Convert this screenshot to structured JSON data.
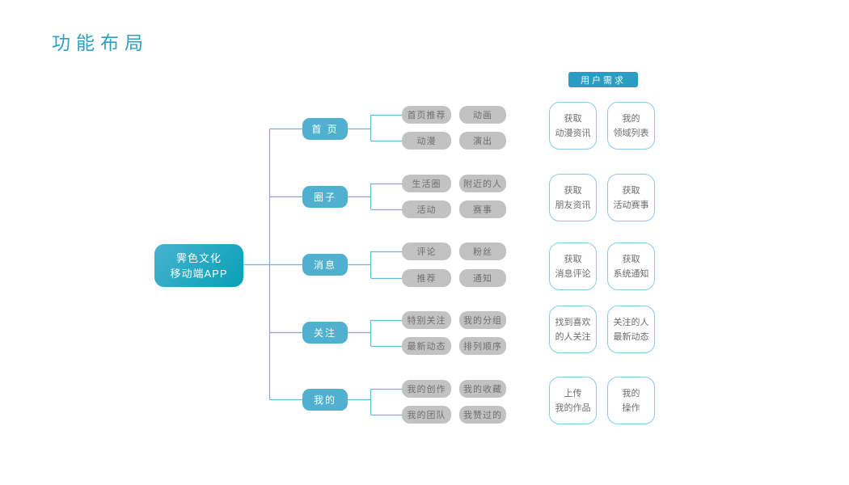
{
  "page": {
    "title": "功能布局"
  },
  "badge": {
    "label": "用户需求"
  },
  "root": {
    "line1": "霁色文化",
    "line2": "移动端APP"
  },
  "branches": [
    {
      "label": "首 页",
      "subs": [
        "首页推荐",
        "动画",
        "动漫",
        "演出"
      ],
      "needs": [
        {
          "line1": "获取",
          "line2": "动漫资讯"
        },
        {
          "line1": "我的",
          "line2": "领域列表"
        }
      ]
    },
    {
      "label": "圈子",
      "subs": [
        "生活圈",
        "附近的人",
        "活动",
        "赛事"
      ],
      "needs": [
        {
          "line1": "获取",
          "line2": "朋友资讯"
        },
        {
          "line1": "获取",
          "line2": "活动赛事"
        }
      ]
    },
    {
      "label": "消息",
      "subs": [
        "评论",
        "粉丝",
        "推荐",
        "通知"
      ],
      "needs": [
        {
          "line1": "获取",
          "line2": "消息评论"
        },
        {
          "line1": "获取",
          "line2": "系统通知"
        }
      ]
    },
    {
      "label": "关注",
      "subs": [
        "特别关注",
        "我的分组",
        "最新动态",
        "排列顺序"
      ],
      "needs": [
        {
          "line1": "找到喜欢",
          "line2": "的人关注"
        },
        {
          "line1": "关注的人",
          "line2": "最新动态"
        }
      ]
    },
    {
      "label": "我的",
      "subs": [
        "我的创作",
        "我的收藏",
        "我的团队",
        "我赞过的"
      ],
      "needs": [
        {
          "line1": "上传",
          "line2": "我的作品"
        },
        {
          "line1": "我的",
          "line2": "操作"
        }
      ]
    }
  ],
  "colors": {
    "accent": "#2f9fc2",
    "branch_fill": "#4fb0d0",
    "root_gradient_start": "#47b2d2",
    "root_gradient_end": "#08a0b4",
    "sub_fill": "#c2c2c2",
    "sub_text": "#6e6e6e",
    "need_border": "#8accdf",
    "line": "#68b9d6"
  }
}
